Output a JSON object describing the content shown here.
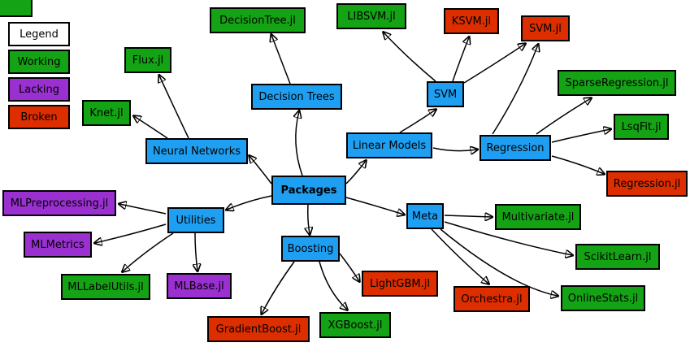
{
  "colors": {
    "category_blue": "#1e9ff2",
    "working_green": "#14a314",
    "lacking_purple": "#9a30d0",
    "broken_red": "#dd2e00",
    "border": "#000000",
    "background": "#ffffff"
  },
  "legend": {
    "title": "Legend",
    "items": [
      {
        "label": "Working",
        "status": "working"
      },
      {
        "label": "Lacking",
        "status": "lacking"
      },
      {
        "label": "Broken",
        "status": "broken"
      }
    ]
  },
  "graph": {
    "nodes": [
      {
        "id": "packages",
        "label": "Packages",
        "status": "category"
      },
      {
        "id": "decision-trees",
        "label": "Decision Trees",
        "status": "category"
      },
      {
        "id": "neural-networks",
        "label": "Neural Networks",
        "status": "category"
      },
      {
        "id": "linear-models",
        "label": "Linear Models",
        "status": "category"
      },
      {
        "id": "svm",
        "label": "SVM",
        "status": "category"
      },
      {
        "id": "regression",
        "label": "Regression",
        "status": "category"
      },
      {
        "id": "utilities",
        "label": "Utilities",
        "status": "category"
      },
      {
        "id": "meta",
        "label": "Meta",
        "status": "category"
      },
      {
        "id": "boosting",
        "label": "Boosting",
        "status": "category"
      },
      {
        "id": "decisiontree-jl",
        "label": "DecisionTree.jl",
        "status": "working"
      },
      {
        "id": "libsvm-jl",
        "label": "LIBSVM.jl",
        "status": "working"
      },
      {
        "id": "ksvm-jl",
        "label": "KSVM.jl",
        "status": "broken"
      },
      {
        "id": "svm-jl",
        "label": "SVM.jl",
        "status": "broken"
      },
      {
        "id": "flux-jl",
        "label": "Flux.jl",
        "status": "working"
      },
      {
        "id": "knet-jl",
        "label": "Knet.jl",
        "status": "working"
      },
      {
        "id": "sparseregression-jl",
        "label": "SparseRegression.jl",
        "status": "working"
      },
      {
        "id": "lsqfit-jl",
        "label": "LsqFit.jl",
        "status": "working"
      },
      {
        "id": "regression-jl",
        "label": "Regression.jl",
        "status": "broken"
      },
      {
        "id": "mlpreprocessing-jl",
        "label": "MLPreprocessing.jl",
        "status": "lacking"
      },
      {
        "id": "mlmetrics",
        "label": "MLMetrics",
        "status": "lacking"
      },
      {
        "id": "mllabelutils-jl",
        "label": "MLLabelUtils.jl",
        "status": "working"
      },
      {
        "id": "mlbase-jl",
        "label": "MLBase.jl",
        "status": "lacking"
      },
      {
        "id": "multivariate-jl",
        "label": "Multivariate.jl",
        "status": "working"
      },
      {
        "id": "scikitlearn-jl",
        "label": "ScikitLearn.jl",
        "status": "working"
      },
      {
        "id": "orchestra-jl",
        "label": "Orchestra.jl",
        "status": "broken"
      },
      {
        "id": "onlinestats-jl",
        "label": "OnlineStats.jl",
        "status": "working"
      },
      {
        "id": "lightgbm-jl",
        "label": "LightGBM.jl",
        "status": "broken"
      },
      {
        "id": "xgboost-jl",
        "label": "XGBoost.jl",
        "status": "working"
      },
      {
        "id": "gradientboost-jl",
        "label": "GradientBoost.jl",
        "status": "broken"
      }
    ],
    "edges": [
      {
        "from": "packages",
        "to": "decision-trees"
      },
      {
        "from": "packages",
        "to": "neural-networks"
      },
      {
        "from": "packages",
        "to": "linear-models"
      },
      {
        "from": "packages",
        "to": "utilities"
      },
      {
        "from": "packages",
        "to": "meta"
      },
      {
        "from": "packages",
        "to": "boosting"
      },
      {
        "from": "decision-trees",
        "to": "decisiontree-jl"
      },
      {
        "from": "neural-networks",
        "to": "flux-jl"
      },
      {
        "from": "neural-networks",
        "to": "knet-jl"
      },
      {
        "from": "linear-models",
        "to": "svm"
      },
      {
        "from": "linear-models",
        "to": "regression"
      },
      {
        "from": "svm",
        "to": "libsvm-jl"
      },
      {
        "from": "svm",
        "to": "ksvm-jl"
      },
      {
        "from": "svm",
        "to": "svm-jl"
      },
      {
        "from": "regression",
        "to": "svm-jl"
      },
      {
        "from": "regression",
        "to": "sparseregression-jl"
      },
      {
        "from": "regression",
        "to": "lsqfit-jl"
      },
      {
        "from": "regression",
        "to": "regression-jl"
      },
      {
        "from": "utilities",
        "to": "mlpreprocessing-jl"
      },
      {
        "from": "utilities",
        "to": "mlmetrics"
      },
      {
        "from": "utilities",
        "to": "mllabelutils-jl"
      },
      {
        "from": "utilities",
        "to": "mlbase-jl"
      },
      {
        "from": "meta",
        "to": "multivariate-jl"
      },
      {
        "from": "meta",
        "to": "scikitlearn-jl"
      },
      {
        "from": "meta",
        "to": "orchestra-jl"
      },
      {
        "from": "meta",
        "to": "onlinestats-jl"
      },
      {
        "from": "boosting",
        "to": "lightgbm-jl"
      },
      {
        "from": "boosting",
        "to": "xgboost-jl"
      },
      {
        "from": "boosting",
        "to": "gradientboost-jl"
      }
    ]
  }
}
